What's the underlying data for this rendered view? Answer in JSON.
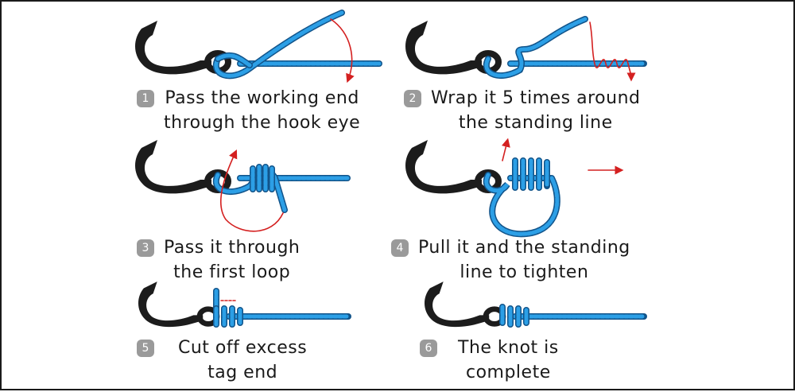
{
  "colors": {
    "line": "#2c9fe6",
    "line_dark": "#12548a",
    "hook": "#1c1c1c",
    "arrow": "#d42020",
    "badge": "#9a9a9a",
    "text": "#1a1a1a"
  },
  "steps": [
    {
      "number": "1",
      "lines": [
        "Pass the working end",
        "through the hook eye"
      ]
    },
    {
      "number": "2",
      "lines": [
        "Wrap it 5 times around",
        "the standing line"
      ]
    },
    {
      "number": "3",
      "lines": [
        "Pass it through",
        "the first loop"
      ]
    },
    {
      "number": "4",
      "lines": [
        "Pull it and the standing",
        "line to tighten"
      ]
    },
    {
      "number": "5",
      "lines": [
        "Cut off excess",
        "tag end"
      ]
    },
    {
      "number": "6",
      "lines": [
        "The knot is",
        "complete"
      ]
    }
  ]
}
